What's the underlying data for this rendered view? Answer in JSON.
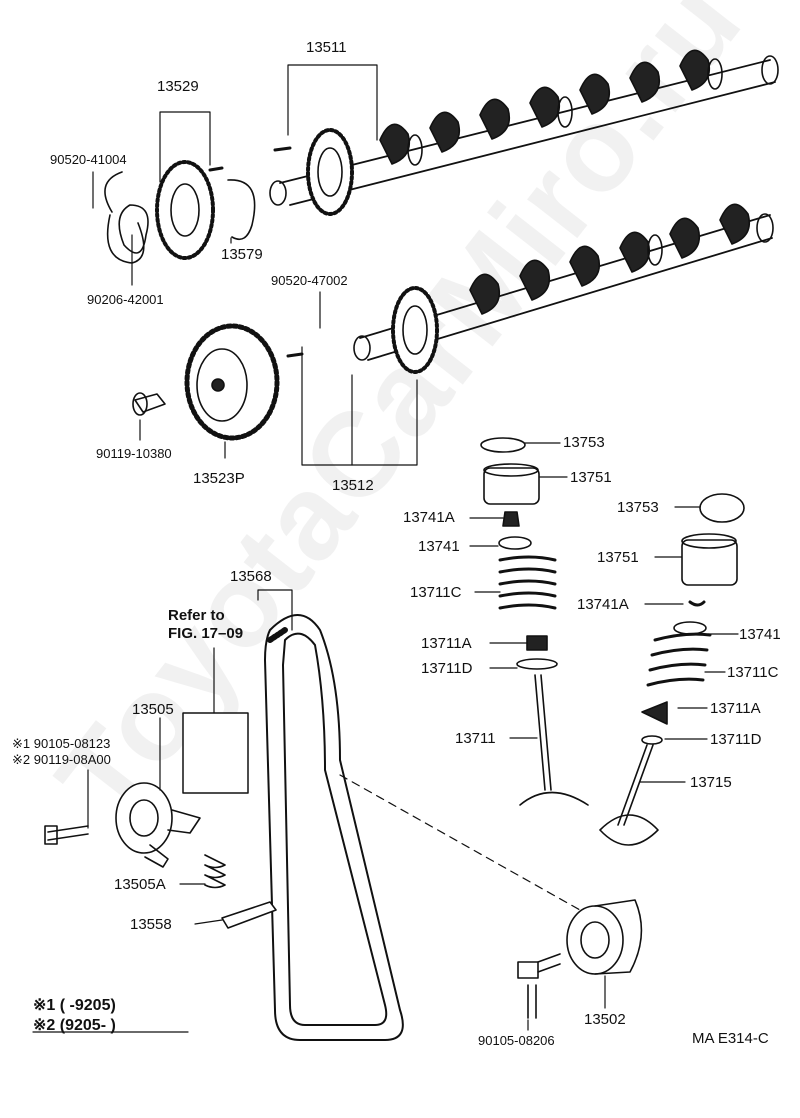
{
  "watermark": "ToyotaCarMiro.ru",
  "diagram_code": "MA E314-C",
  "refer_note": {
    "line1": "Refer to",
    "line2": "FIG. 17–09"
  },
  "footnotes": [
    {
      "mark": "※1",
      "range": "(        -9205)"
    },
    {
      "mark": "※2",
      "range": "(9205-          )"
    }
  ],
  "parts": {
    "p13511": "13511",
    "p13529": "13529",
    "p90520_41004": "90520-41004",
    "p13579": "13579",
    "p90206_42001": "90206-42001",
    "p90520_47002": "90520-47002",
    "p90119_10380": "90119-10380",
    "p13523P": "13523P",
    "p13512": "13512",
    "p13753a": "13753",
    "p13751a": "13751",
    "p13741Aa": "13741A",
    "p13741a": "13741",
    "p13711Ca": "13711C",
    "p13711Aa": "13711A",
    "p13711Da": "13711D",
    "p13711": "13711",
    "p13753b": "13753",
    "p13751b": "13751",
    "p13741Ab": "13741A",
    "p13741b": "13741",
    "p13711Cb": "13711C",
    "p13711Ab": "13711A",
    "p13711Db": "13711D",
    "p13715": "13715",
    "p13568": "13568",
    "p13505": "13505",
    "p90105_08123": "※1 90105-08123",
    "p90119_08A00": "※2 90119-08A00",
    "p13505A": "13505A",
    "p13558": "13558",
    "p90105_08206": "90105-08206",
    "p13502": "13502"
  }
}
